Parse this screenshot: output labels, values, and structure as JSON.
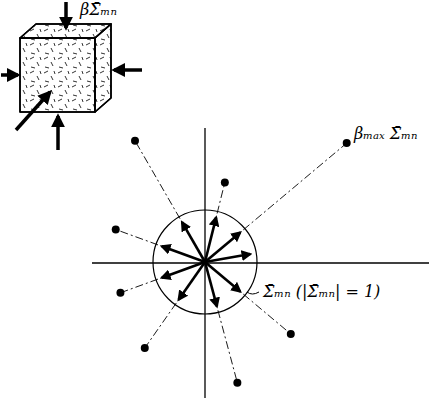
{
  "diagram": {
    "labels": [
      "βΣ̄ₘₙ",
      "βₘₐₓ Σ̄ₘₙ",
      "Σ̄ₘₙ (|Σ̄ₘₙ| = 1)"
    ]
  }
}
